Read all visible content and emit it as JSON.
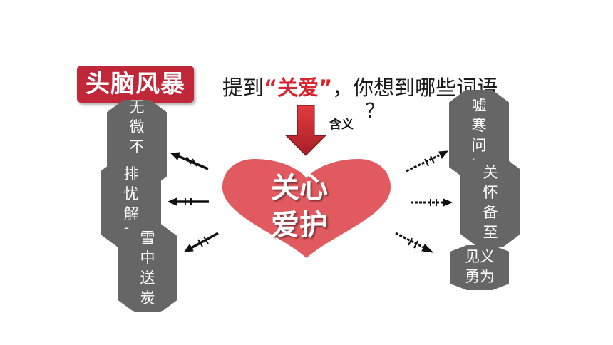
{
  "slide": {
    "badge": "头脑风暴",
    "question": {
      "prefix": "提到",
      "open_quote": "“",
      "keyword": "关爱",
      "close_quote": "”",
      "suffix": "，你想到哪些词语",
      "end": "？"
    },
    "arrow_label": "含义",
    "center": [
      "关心",
      "爱护"
    ],
    "left_words": [
      "无微不至",
      "排忧解难",
      "雪中送炭"
    ],
    "right_words": [
      "嘘寒问暖",
      "关怀备至",
      "见义勇为"
    ]
  },
  "colors": {
    "badge": "#c0283a",
    "heart": "#e05a60",
    "arrow": "#c52a30",
    "box": "#666666",
    "keyword": "#d7262f"
  }
}
